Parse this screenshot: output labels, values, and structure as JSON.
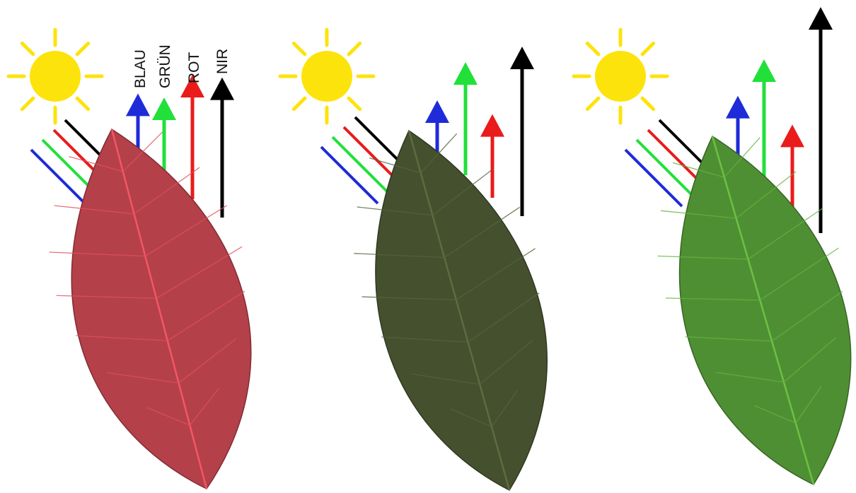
{
  "bands": [
    {
      "label": "BLAU",
      "color": "#1f2bd8"
    },
    {
      "label": "GRÜN",
      "color": "#22e03a"
    },
    {
      "label": "ROT",
      "color": "#ea1b1b"
    },
    {
      "label": "NIR",
      "color": "#000000"
    }
  ],
  "sun_color": "#fde30c",
  "panels": [
    {
      "leaf": "red-autumn-leaf",
      "leaf_color": "#b4404a",
      "reflectance": {
        "BLAU": 0.28,
        "GRÜN": 0.35,
        "ROT": 0.55,
        "NIR": 0.62
      }
    },
    {
      "leaf": "dark-green-leaf",
      "leaf_color": "#45502f",
      "reflectance": {
        "BLAU": 0.25,
        "GRÜN": 0.5,
        "ROT": 0.37,
        "NIR": 0.75
      }
    },
    {
      "leaf": "bright-green-leaf",
      "leaf_color": "#4f8f33",
      "reflectance": {
        "BLAU": 0.32,
        "GRÜN": 0.55,
        "ROT": 0.38,
        "NIR": 1.0
      }
    }
  ]
}
